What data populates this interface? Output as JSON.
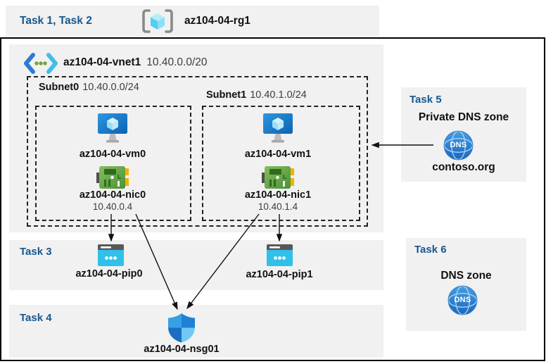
{
  "colors": {
    "band_bg": "#f1f1f1",
    "task_blue": "#17578f",
    "text_dark": "#111111",
    "text_gray": "#3d3d3d",
    "arrow": "#111111"
  },
  "header": {
    "task_label": "Task 1, Task 2",
    "rg_name": "az104-04-rg1"
  },
  "vnet": {
    "name": "az104-04-vnet1",
    "cidr": "10.40.0.0/20",
    "subnets": [
      {
        "name": "Subnet0",
        "cidr": "10.40.0.0/24",
        "vm": "az104-04-vm0",
        "nic": "az104-04-nic0",
        "ip": "10.40.0.4"
      },
      {
        "name": "Subnet1",
        "cidr": "10.40.1.0/24",
        "vm": "az104-04-vm1",
        "nic": "az104-04-nic1",
        "ip": "10.40.1.4"
      }
    ]
  },
  "task3": {
    "label": "Task 3",
    "pip0": "az104-04-pip0",
    "pip1": "az104-04-pip1"
  },
  "task4": {
    "label": "Task 4",
    "nsg": "az104-04-nsg01"
  },
  "task5": {
    "label": "Task 5",
    "title": "Private DNS zone",
    "zone": "contoso.org",
    "dns_icon_text": "DNS"
  },
  "task6": {
    "label": "Task 6",
    "title": "DNS zone",
    "dns_icon_text": "DNS"
  },
  "icons": [
    "resource-group-icon",
    "vnet-icon",
    "vm-icon",
    "nic-icon",
    "public-ip-icon",
    "nsg-shield-icon",
    "dns-globe-icon"
  ]
}
